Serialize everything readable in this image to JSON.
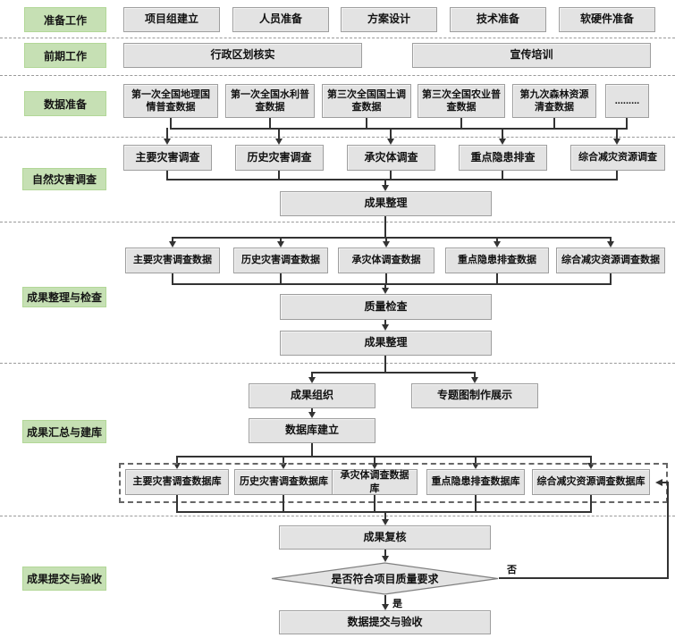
{
  "side_labels": [
    "准备工作",
    "前期工作",
    "数据准备",
    "自然灾害调查",
    "成果整理与检查",
    "成果汇总与建库",
    "成果提交与验收"
  ],
  "prep_row": [
    "项目组建立",
    "人员准备",
    "方案设计",
    "技术准备",
    "软硬件准备"
  ],
  "early_row": [
    "行政区划核实",
    "宣传培训"
  ],
  "data_row": [
    "第一次全国地理国情普查数据",
    "第一次全国水利普查数据",
    "第三次全国国土调查数据",
    "第三次全国农业普查数据",
    "第九次森林资源清查数据",
    "........."
  ],
  "survey_row": [
    "主要灾害调查",
    "历史灾害调查",
    "承灾体调查",
    "重点隐患排查",
    "综合减灾资源调查"
  ],
  "result_sort_1": "成果整理",
  "data_check_row": [
    "主要灾害调查数据",
    "历史灾害调查数据",
    "承灾体调查数据",
    "重点隐患排查数据",
    "综合减灾资源调查数据"
  ],
  "quality_check": "质量检查",
  "result_sort_2": "成果整理",
  "result_org": "成果组织",
  "thematic_map": "专题图制作展示",
  "db_build": "数据库建立",
  "db_row": [
    "主要灾害调查数据库",
    "历史灾害调查数据库",
    "承灾体调查数据库",
    "重点隐患排查数据库",
    "综合减灾资源调查数据库"
  ],
  "result_review": "成果复核",
  "decision_text": "是否符合项目质量要求",
  "decision_yes": "是",
  "decision_no": "否",
  "submit_box": "数据提交与验收",
  "colors": {
    "label_green": "#c6e0b4",
    "node_gray": "#e3e3e3",
    "line": "#333333"
  }
}
